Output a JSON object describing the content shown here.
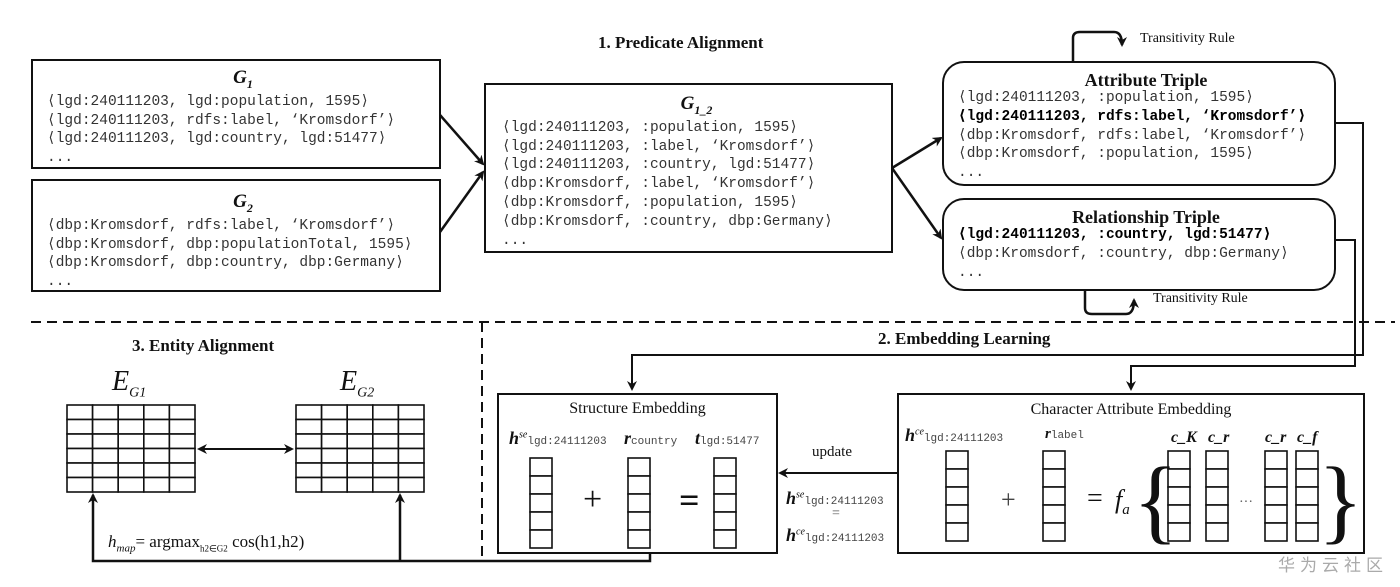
{
  "sections": {
    "predicate_alignment": "1. Predicate Alignment",
    "embedding_learning": "2. Embedding Learning",
    "entity_alignment": "3. Entity Alignment"
  },
  "g1": {
    "title": "G",
    "sub": "1",
    "triples": [
      "⟨lgd:240111203, lgd:population, 1595⟩",
      "⟨lgd:240111203, rdfs:label, ‘Kromsdorf’⟩",
      "⟨lgd:240111203, lgd:country, lgd:51477⟩",
      "..."
    ]
  },
  "g2": {
    "title": "G",
    "sub": "2",
    "triples": [
      "⟨dbp:Kromsdorf, rdfs:label, ‘Kromsdorf’⟩",
      "⟨dbp:Kromsdorf, dbp:populationTotal, 1595⟩",
      "⟨dbp:Kromsdorf, dbp:country, dbp:Germany⟩",
      "..."
    ]
  },
  "g12": {
    "title": "G",
    "sub": "1_2",
    "triples": [
      "⟨lgd:240111203, :population, 1595⟩",
      "⟨lgd:240111203, :label, ‘Kromsdorf’⟩",
      "⟨lgd:240111203, :country, lgd:51477⟩",
      "⟨dbp:Kromsdorf, :label, ‘Kromsdorf’⟩",
      "⟨dbp:Kromsdorf, :population, 1595⟩",
      "⟨dbp:Kromsdorf, :country, dbp:Germany⟩",
      "..."
    ]
  },
  "attribute": {
    "title": "Attribute Triple",
    "triples": [
      "⟨lgd:240111203, :population, 1595⟩",
      "⟨lgd:240111203, rdfs:label, ‘Kromsdorf’⟩",
      "⟨dbp:Kromsdorf, rdfs:label, ‘Kromsdorf’⟩",
      "⟨dbp:Kromsdorf, :population, 1595⟩",
      "..."
    ],
    "bold_index": 1
  },
  "relationship": {
    "title": "Relationship Triple",
    "triples": [
      "⟨lgd:240111203, :country, lgd:51477⟩",
      "⟨dbp:Kromsdorf, :country, dbp:Germany⟩",
      "..."
    ],
    "bold_index": 0
  },
  "transitivity_rule": "Transitivity Rule",
  "structure": {
    "title": "Structure Embedding",
    "h": "h",
    "h_sup": "se",
    "h_sub": "lgd:24111203",
    "r": "r",
    "r_sub": "country",
    "t": "t",
    "t_sub": "lgd:51477",
    "plus": "+",
    "equals": "="
  },
  "character": {
    "title": "Character Attribute Embedding",
    "h": "h",
    "h_sup": "ce",
    "h_sub": "lgd:24111203",
    "r": "r",
    "r_sub": "label",
    "plus": "+",
    "equals": "=",
    "fa": "f",
    "fa_sub": "a",
    "c": [
      "c_K",
      "c_r",
      "c_r",
      "c_f"
    ],
    "dots": "···"
  },
  "update": {
    "label": "update",
    "lhs": "h",
    "lhs_sup": "se",
    "lhs_sub": "lgd:24111203",
    "eq": "=",
    "rhs": "h",
    "rhs_sup": "ce",
    "rhs_sub": "lgd:24111203"
  },
  "entity": {
    "e1": "E",
    "e1_sub": "G1",
    "e2": "E",
    "e2_sub": "G2",
    "formula_h": "h",
    "formula_sub": "map",
    "formula_rest": "= argmax",
    "formula_arg_sub": "h2∈G2",
    "formula_cos": "cos(h1,h2)"
  },
  "watermark": "华为云社区"
}
